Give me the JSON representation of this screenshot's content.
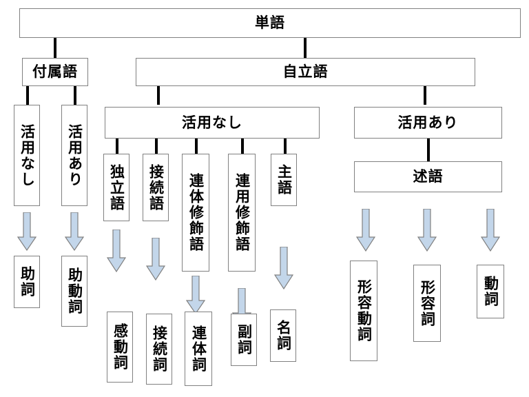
{
  "diagram": {
    "title": "単語",
    "type": "japanese-word-class-tree",
    "colors": {
      "box_border": "#808080",
      "box_fill": "#ffffff",
      "connector": "#000000",
      "arrow_fill": "#c3d6ea",
      "arrow_border": "#808080",
      "text": "#000000"
    },
    "nodes": {
      "root": {
        "label": "単語"
      },
      "level1": [
        {
          "id": "fuzokugo",
          "label": "付属語"
        },
        {
          "id": "jiritsugo",
          "label": "自立語"
        }
      ],
      "level2": [
        {
          "id": "fuzoku-katsuyo-nashi",
          "label": "活用なし"
        },
        {
          "id": "fuzoku-katsuyo-ari",
          "label": "活用あり"
        },
        {
          "id": "jiritsu-katsuyo-nashi",
          "label": "活用なし"
        },
        {
          "id": "jiritsu-katsuyo-ari",
          "label": "活用あり"
        }
      ],
      "level3": [
        {
          "id": "dokuritsugo",
          "label": "独立語"
        },
        {
          "id": "setsuzokugo",
          "label": "接続語"
        },
        {
          "id": "rentai-shushokugo",
          "label": "連体修飾語"
        },
        {
          "id": "renyo-shushokugo",
          "label": "連用修飾語"
        },
        {
          "id": "shugo",
          "label": "主語"
        },
        {
          "id": "jutsugo",
          "label": "述語"
        }
      ],
      "level4": [
        {
          "id": "joshi",
          "label": "助詞"
        },
        {
          "id": "jodoshi",
          "label": "助動詞"
        },
        {
          "id": "kandoshi",
          "label": "感動詞"
        },
        {
          "id": "setsuzokushi",
          "label": "接続詞"
        },
        {
          "id": "rentaishi",
          "label": "連体詞"
        },
        {
          "id": "fukushi",
          "label": "副詞"
        },
        {
          "id": "meishi",
          "label": "名詞"
        },
        {
          "id": "keiyodoshi",
          "label": "形容動詞"
        },
        {
          "id": "keiyoshi",
          "label": "形容詞"
        },
        {
          "id": "doshi",
          "label": "動詞"
        }
      ]
    }
  }
}
